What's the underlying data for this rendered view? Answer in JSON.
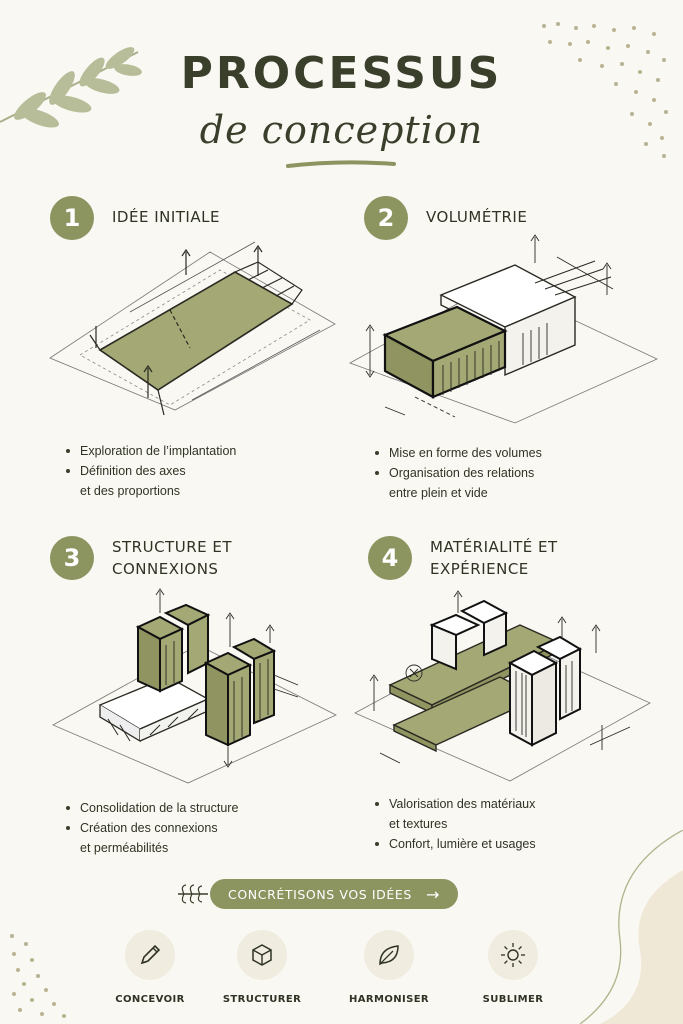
{
  "header": {
    "title": "PROCESSUS",
    "subtitle": "de conception"
  },
  "colors": {
    "accent": "#8c9460",
    "background": "#faf8f3",
    "ink": "#2f3324"
  },
  "steps": [
    {
      "number": "1",
      "title_lines": [
        "IDÉE INITIALE"
      ],
      "bullets": [
        [
          "Exploration de l’implantation"
        ],
        [
          "Définition des axes",
          "et des proportions"
        ]
      ]
    },
    {
      "number": "2",
      "title_lines": [
        "VOLUMÉTRIE"
      ],
      "bullets": [
        [
          "Mise en forme des volumes"
        ],
        [
          "Organisation des relations",
          "entre plein et vide"
        ]
      ]
    },
    {
      "number": "3",
      "title_lines": [
        "STRUCTURE ET",
        "CONNEXIONS"
      ],
      "bullets": [
        [
          "Consolidation de la structure"
        ],
        [
          "Création des connexions",
          "et perméabilités"
        ]
      ]
    },
    {
      "number": "4",
      "title_lines": [
        "MATÉRIALITÉ ET",
        "EXPÉRIENCE"
      ],
      "bullets": [
        [
          "Valorisation des matériaux",
          "et textures"
        ],
        [
          "Confort, lumière et usages"
        ]
      ]
    }
  ],
  "cta": {
    "label": "CONCRÉTISONS VOS IDÉES",
    "arrow_icon": "arrow-right-icon"
  },
  "features": [
    {
      "label": "CONCEVOIR",
      "icon": "pencil-icon"
    },
    {
      "label": "STRUCTURER",
      "icon": "cube-icon"
    },
    {
      "label": "HARMONISER",
      "icon": "leaf-icon"
    },
    {
      "label": "SUBLIMER",
      "icon": "sun-icon"
    }
  ]
}
